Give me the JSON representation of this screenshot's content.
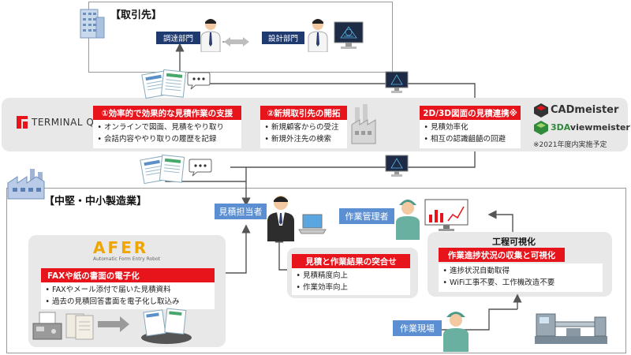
{
  "client": {
    "title": "【取引先】",
    "procurement": "調達部門",
    "design": "設計部門"
  },
  "terminalq": {
    "logo": "TERMINAL Q",
    "box1": {
      "title": "①効率的で効果的な見積作業の支援",
      "items": [
        "オンラインで図面、見積をやり取り",
        "会話内容ややり取りの履歴を記録"
      ]
    },
    "box2": {
      "title": "②新規取引先の開拓",
      "items": [
        "新規顧客からの受注",
        "新規外注先の検索"
      ]
    },
    "box3": {
      "title": "2D/3D図面の見積連携※",
      "items": [
        "見積効率化",
        "相互の認識齟齬の回避"
      ]
    },
    "cad": "CADmeister",
    "viewer_3da": "3DA",
    "viewer_rest": "viewmeister",
    "viewer_reg": "®",
    "note": "※2021年度内実施予定"
  },
  "manufacturer": {
    "title": "【中堅・中小製造業】",
    "estimator": "見積担当者",
    "manager": "作業管理者",
    "site": "作業現場",
    "afer": {
      "logo": "AFER",
      "subtitle": "Automatic Form Entry Robot",
      "title": "FAXや紙の書面の電子化",
      "items": [
        "FAXやメール添付で届いた見積資料",
        "過去の見積回答書面を電子化し取込み"
      ]
    },
    "match": {
      "title": "見積と作業結果の突合せ",
      "items": [
        "見積精度向上",
        "作業効率向上"
      ]
    },
    "visual": {
      "heading": "工程可視化",
      "title": "作業進捗状況の収集と可視化",
      "items": [
        "進捗状況自動取得",
        "WiFi工事不要、工作機改造不要"
      ]
    }
  },
  "colors": {
    "accent_red": "#e8141c",
    "label_blue": "#5b8fd1",
    "navy": "#1f3a6e",
    "gray_band": "#e8e8e8"
  }
}
